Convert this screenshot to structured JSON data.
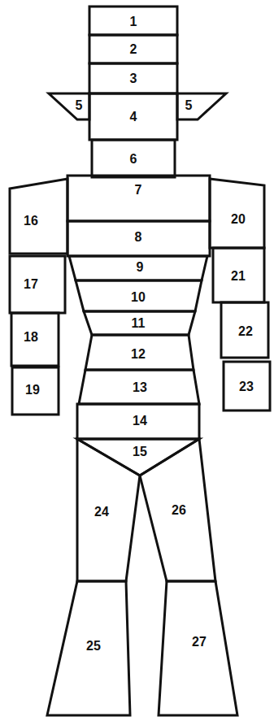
{
  "diagram": {
    "nodes": [
      {
        "text": [
          "1"
        ]
      },
      {
        "text": [
          "2"
        ]
      },
      {
        "text": [
          "3"
        ]
      },
      {
        "text": [
          "5"
        ]
      },
      {
        "text": [
          "4"
        ]
      },
      {
        "text": [
          "5"
        ]
      },
      {
        "text": [
          "6"
        ]
      },
      {
        "text": [
          "16"
        ]
      },
      {
        "text": [
          "7"
        ]
      },
      {
        "text": [
          "20"
        ]
      },
      {
        "text": [
          "8"
        ]
      },
      {
        "text": [
          "17"
        ]
      },
      {
        "text": [
          "9"
        ]
      },
      {
        "text": [
          "21"
        ]
      },
      {
        "text": [
          "10"
        ]
      },
      {
        "text": [
          "18"
        ]
      },
      {
        "text": [
          "11"
        ]
      },
      {
        "text": [
          "22"
        ]
      },
      {
        "text": [
          "12"
        ]
      },
      {
        "text": [
          "19"
        ]
      },
      {
        "text": [
          "13"
        ]
      },
      {
        "text": [
          "23"
        ]
      },
      {
        "text": [
          "14"
        ]
      },
      {
        "text": [
          "15"
        ]
      },
      {
        "text": [
          "24"
        ]
      },
      {
        "text": [
          "26"
        ]
      },
      {
        "text": [
          "25"
        ]
      },
      {
        "text": [
          "27"
        ]
      }
    ]
  }
}
